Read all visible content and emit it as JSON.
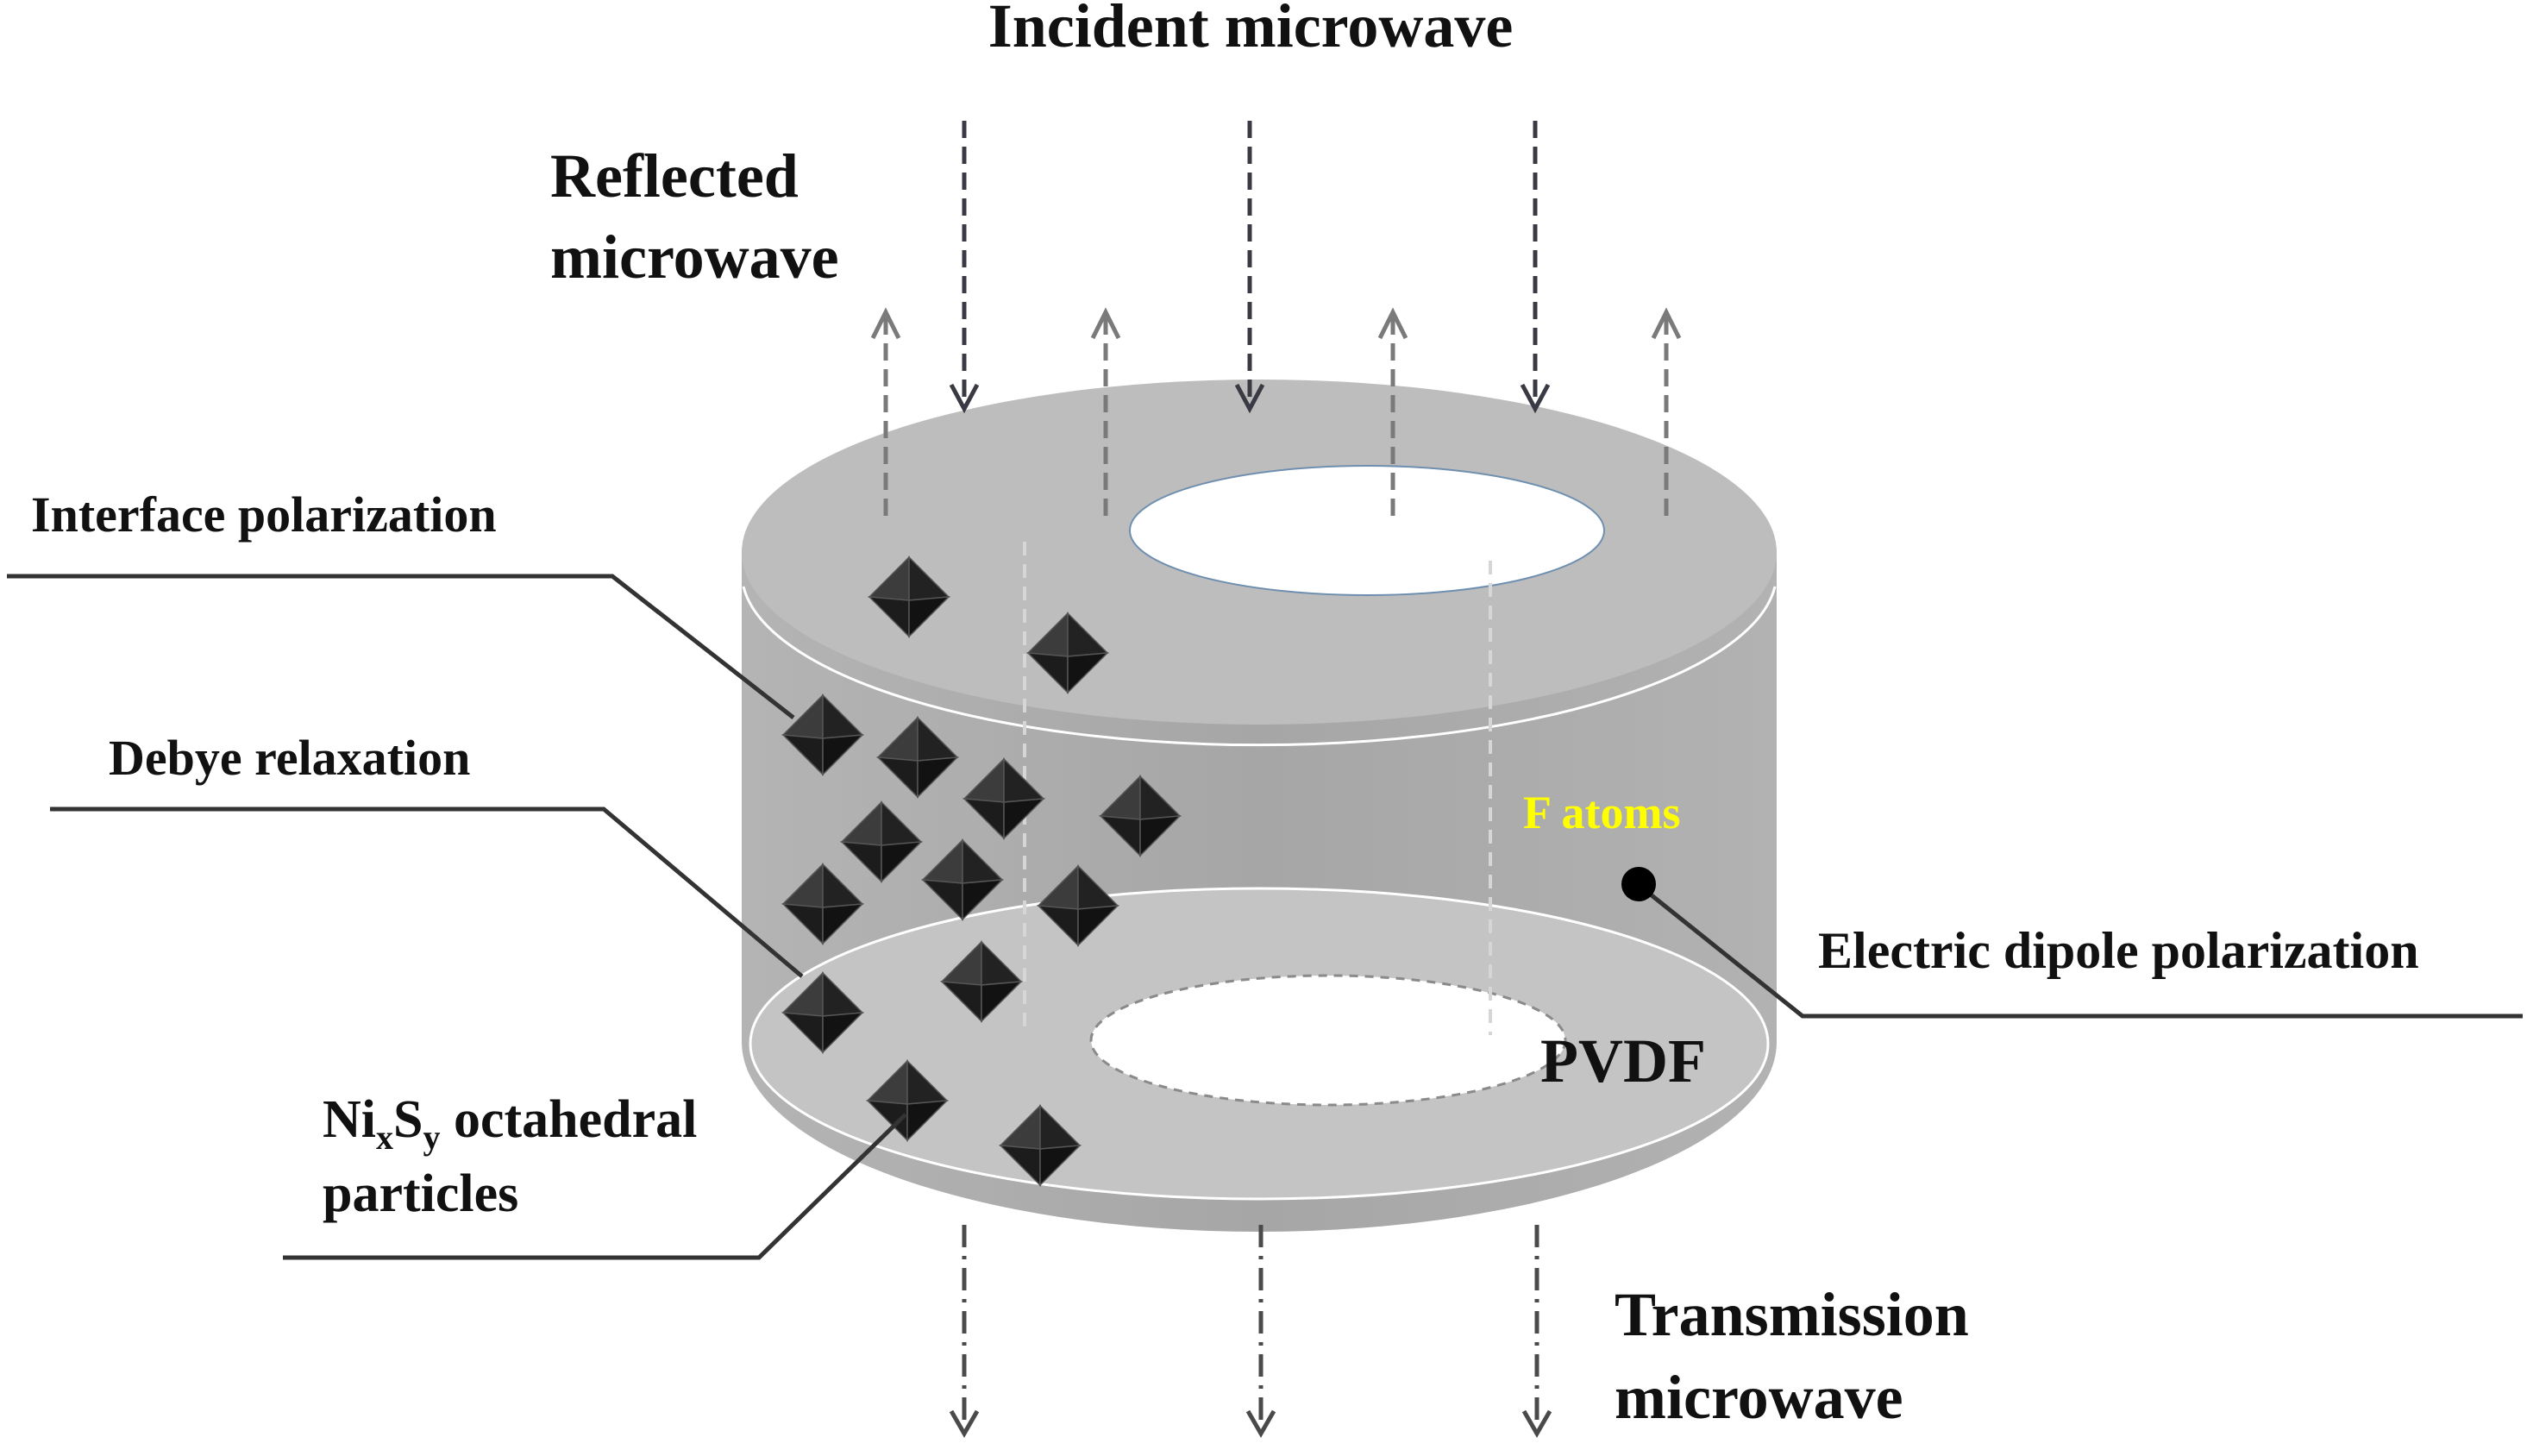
{
  "labels": {
    "incident": "Incident microwave",
    "reflected_line1": "Reflected",
    "reflected_line2": "microwave",
    "interface": "Interface polarization",
    "debye": "Debye relaxation",
    "particles_ni": "Ni",
    "particles_sub_x": "x",
    "particles_s": "S",
    "particles_sub_y": "y",
    "particles_rest": " octahedral",
    "particles_line2": "particles",
    "f_atoms": "F atoms",
    "dipole": "Electric dipole polarization",
    "pvdf": "PVDF",
    "transmission_line1": "Transmission",
    "transmission_line2": "microwave"
  },
  "colors": {
    "body_fill": "#a9a9a9",
    "top_fill": "#bababa",
    "bottom_fill": "#c2c2c2",
    "particle_dark": "#2a2a2a",
    "f_atoms_text": "#ffff00",
    "text": "#111111"
  }
}
